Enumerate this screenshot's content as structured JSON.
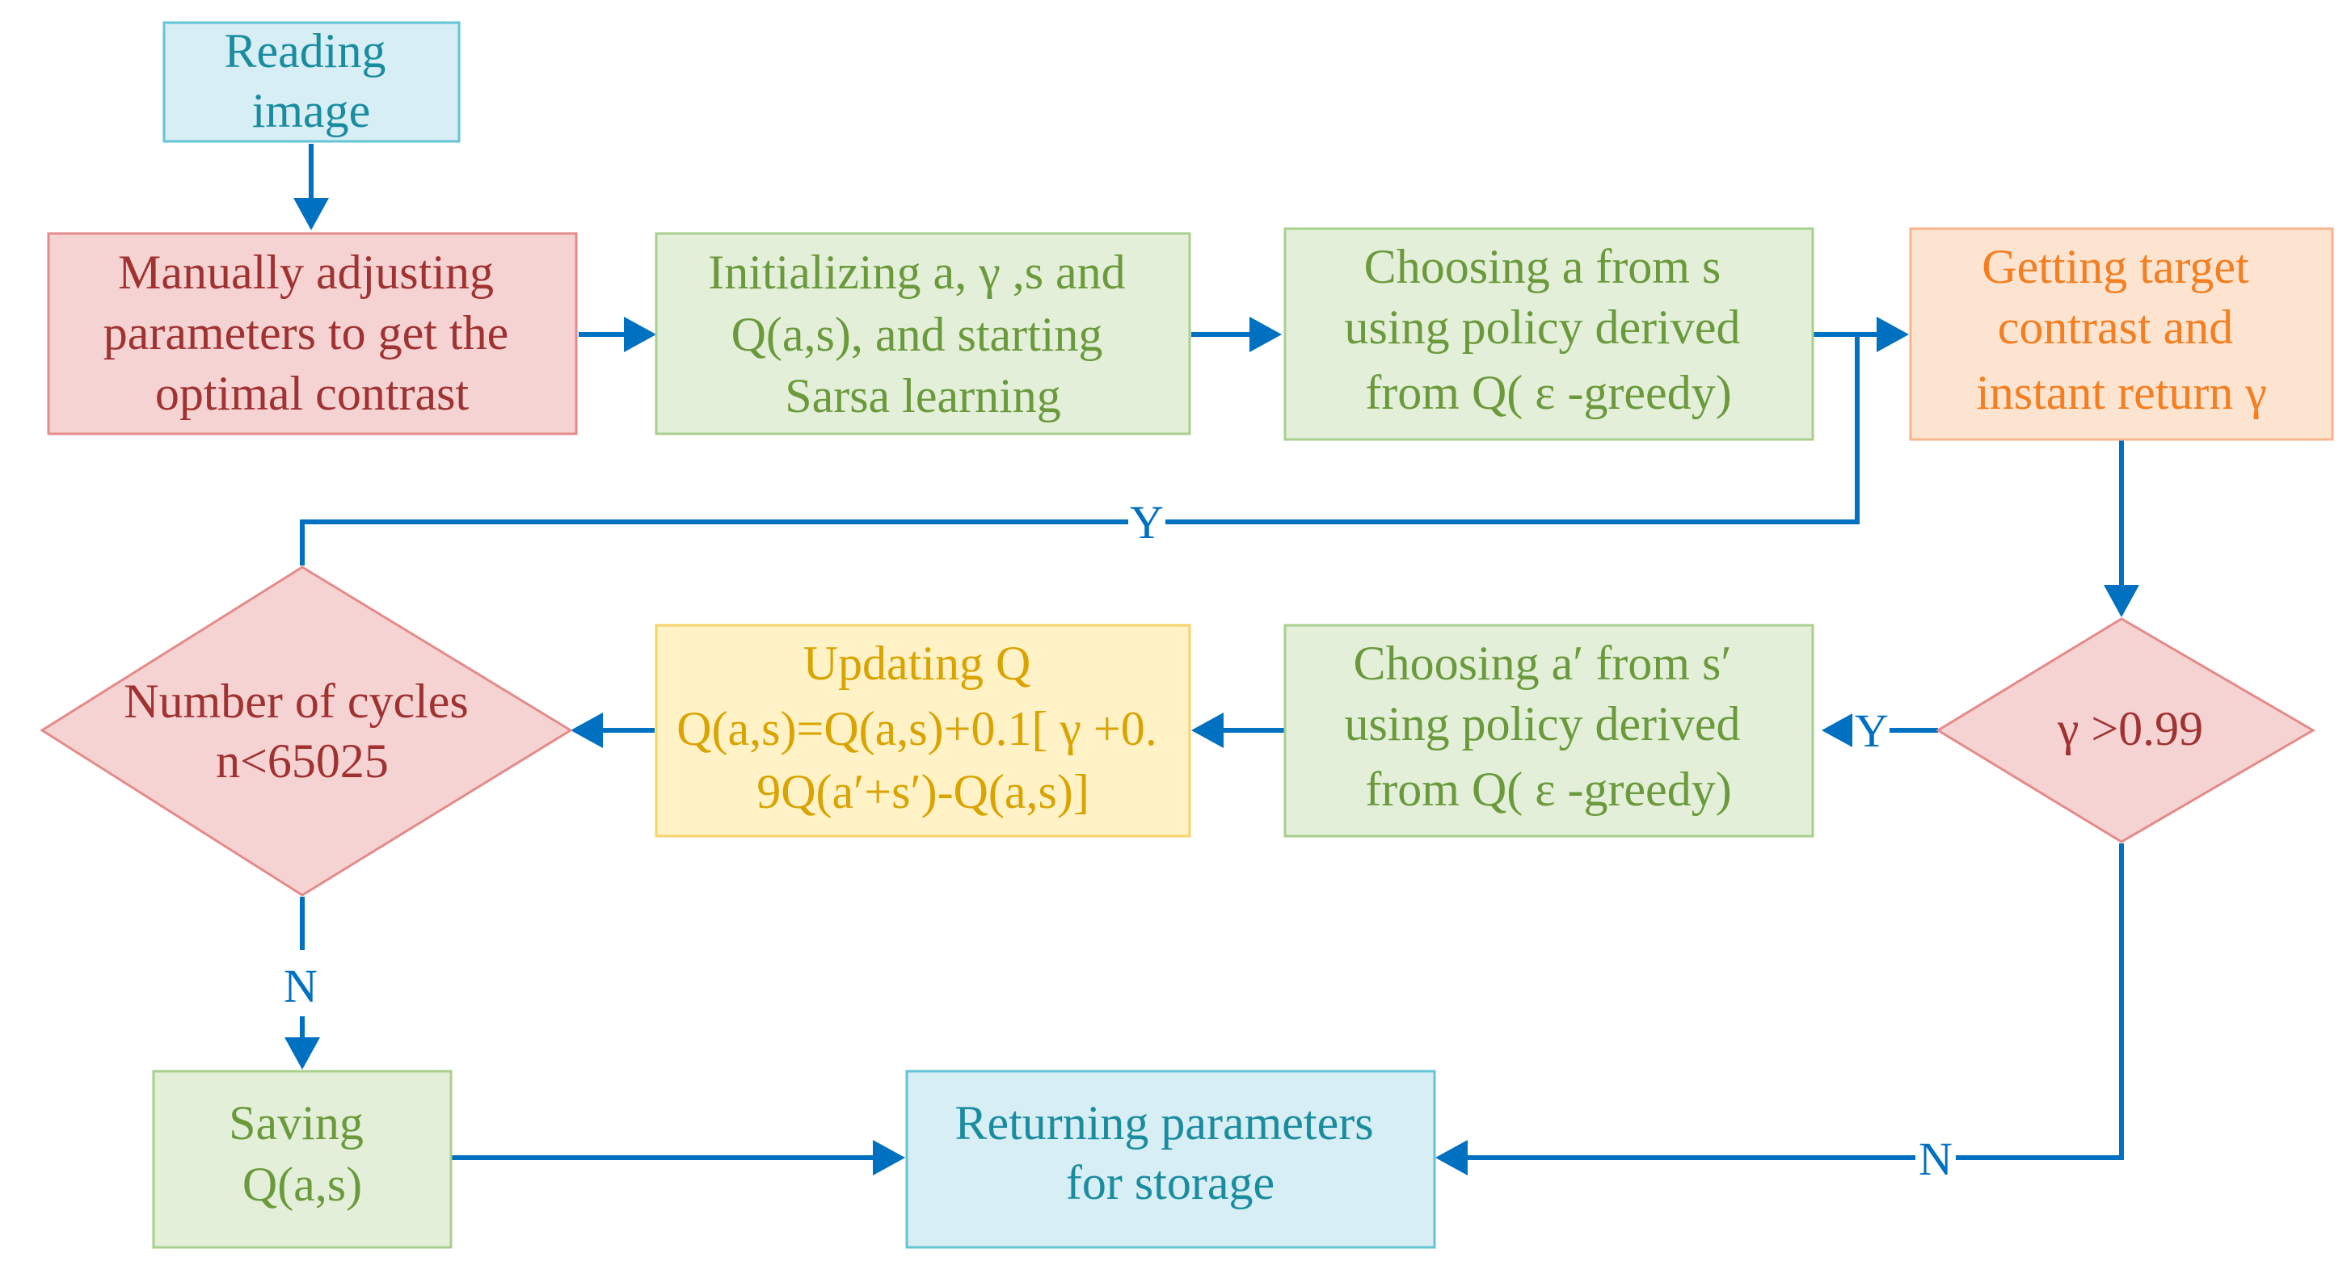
{
  "colors": {
    "arrow": "#0070C0",
    "blue_fill": "#D6EEF4",
    "blue_stroke": "#63C4D6",
    "blue_text": "#1A8CA0",
    "red_fill": "#F6D3D3",
    "red_stroke": "#E48A8A",
    "red_text": "#A03232",
    "green_fill": "#E3EFD9",
    "green_stroke": "#A9CF8E",
    "green_text": "#6B9A3C",
    "orange_fill": "#FDE4D0",
    "orange_stroke": "#F6B58C",
    "orange_text": "#F47E20",
    "yellow_fill": "#FFF2C7",
    "yellow_stroke": "#F6D36B",
    "yellow_text": "#D9A300"
  },
  "nodes": {
    "reading_image": {
      "lines": [
        "Reading",
        "image"
      ]
    },
    "manual_adjust": {
      "lines": [
        "Manually adjusting",
        "parameters to get the",
        "optimal contrast"
      ]
    },
    "initializing": {
      "lines": [
        "Initializing a, γ  ,s and",
        "Q(a,s), and starting",
        "Sarsa learning"
      ]
    },
    "choosing_a": {
      "lines": [
        "Choosing  a from  s",
        "using policy derived",
        "from Q( ε -greedy)"
      ]
    },
    "getting_target": {
      "lines": [
        "Getting target",
        "contrast and",
        "instant return  γ"
      ]
    },
    "gamma_check": {
      "lines": [
        "γ  >0.99"
      ]
    },
    "choosing_a_prime": {
      "lines": [
        "Choosing  a′ from  s′",
        "using policy derived",
        "from Q( ε -greedy)"
      ]
    },
    "updating_q": {
      "lines": [
        "Updating Q",
        "Q(a,s)=Q(a,s)+0.1[ γ +0.",
        "9Q(a′+s′)-Q(a,s)]"
      ]
    },
    "cycles_check": {
      "lines": [
        "Number of cycles",
        "n<65025"
      ]
    },
    "saving_q": {
      "lines": [
        "Saving",
        "Q(a,s)"
      ]
    },
    "returning": {
      "lines": [
        "Returning parameters",
        "for storage"
      ]
    }
  },
  "edge_labels": {
    "loop_yes": "Y",
    "gamma_yes": "Y",
    "cycles_no": "N",
    "gamma_no": "N"
  }
}
